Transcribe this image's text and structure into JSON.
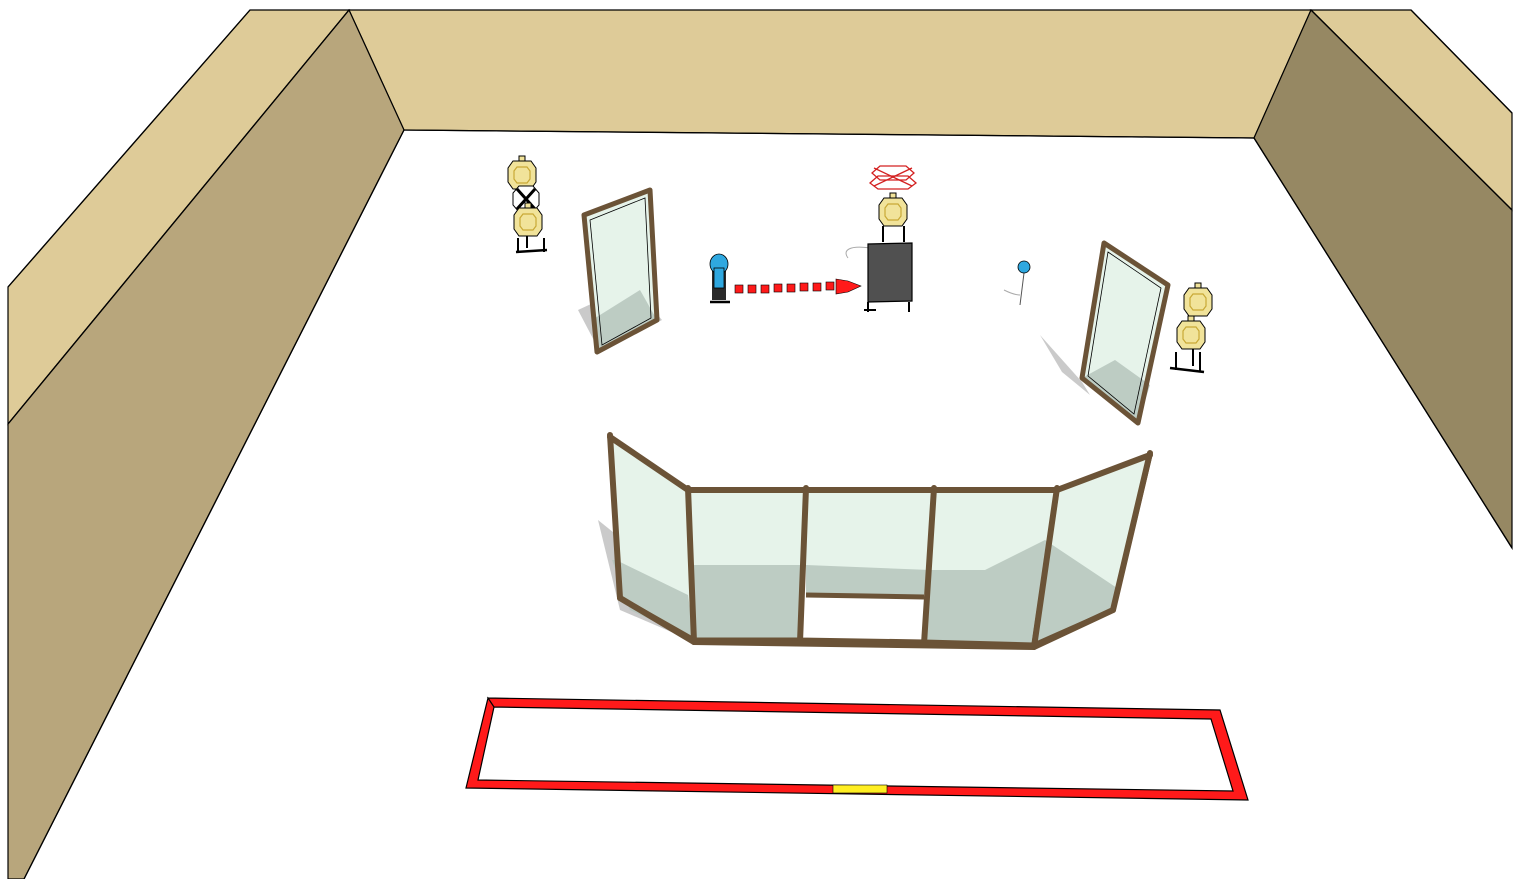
{
  "scene": {
    "kind": "3D stage layout render",
    "colors": {
      "floor": "#ffffff",
      "wall_back": "#decb98",
      "wall_left_inner": "#b8a67c",
      "wall_left_top": "#decb98",
      "wall_right_inner": "#968863",
      "wall_right_top": "#decb98",
      "outline": "#000000",
      "frame_wood": "#6b5337",
      "glass": "#e6f3ea",
      "glass_shade": "#b5c4bc",
      "shadow": "#9e9e9e",
      "shooting_box": "#ff1a1a",
      "fault_line_marker": "#ffee22",
      "target_paper": "#f1e39a",
      "target_ring": "#c9a936",
      "no_shoot_target": "#ffffff",
      "popper": "#2fa8e0",
      "activator_path": "#ff1a1a",
      "mover_cover": "#505050",
      "swinger_path": "#d32020"
    },
    "items": [
      "left-target-stand",
      "left-barrier",
      "activator-popper",
      "activation-path",
      "moving-target-with-cover",
      "right-popper",
      "right-barrier",
      "right-target-stand",
      "center-wall",
      "shooting-box"
    ]
  }
}
